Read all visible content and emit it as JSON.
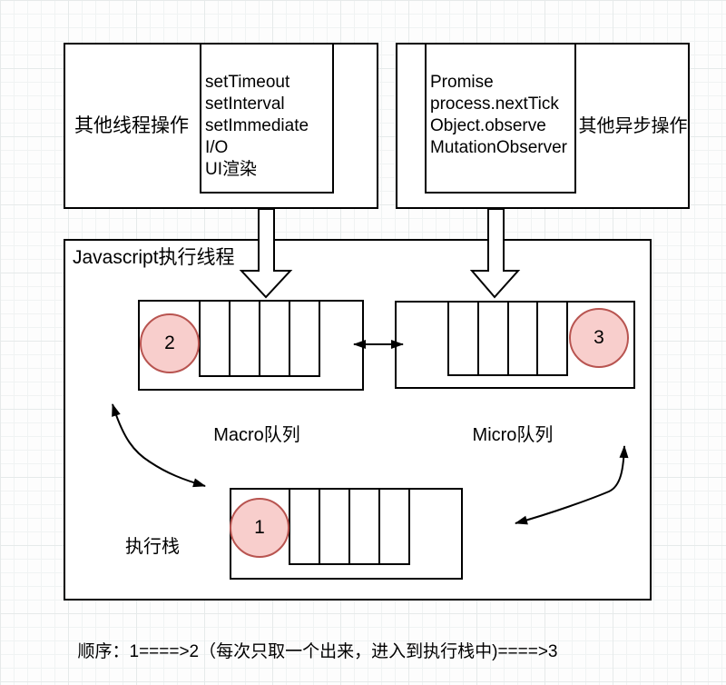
{
  "boxes": {
    "other_threads": {
      "label": "其他线程操作",
      "items": [
        "setTimeout",
        "setInterval",
        "setImmediate",
        "I/O",
        "UI渲染"
      ]
    },
    "other_async": {
      "label": "其他异步操作",
      "items": [
        "Promise",
        "process.nextTick",
        "Object.observe",
        "MutationObserver"
      ]
    },
    "js_thread": {
      "label": "Javascript执行线程"
    }
  },
  "queues": {
    "macro": {
      "label": "Macro队列",
      "badge": "2",
      "slots": 4
    },
    "micro": {
      "label": "Micro队列",
      "badge": "3",
      "slots": 4
    },
    "stack": {
      "label": "执行栈",
      "badge": "1",
      "slots": 4
    }
  },
  "footer": {
    "text": "顺序：1====>2（每次只取一个出来，进入到执行栈中)====>3"
  },
  "colors": {
    "circle_fill": "#f8cecc",
    "circle_stroke": "#b85450",
    "line": "#000000"
  }
}
